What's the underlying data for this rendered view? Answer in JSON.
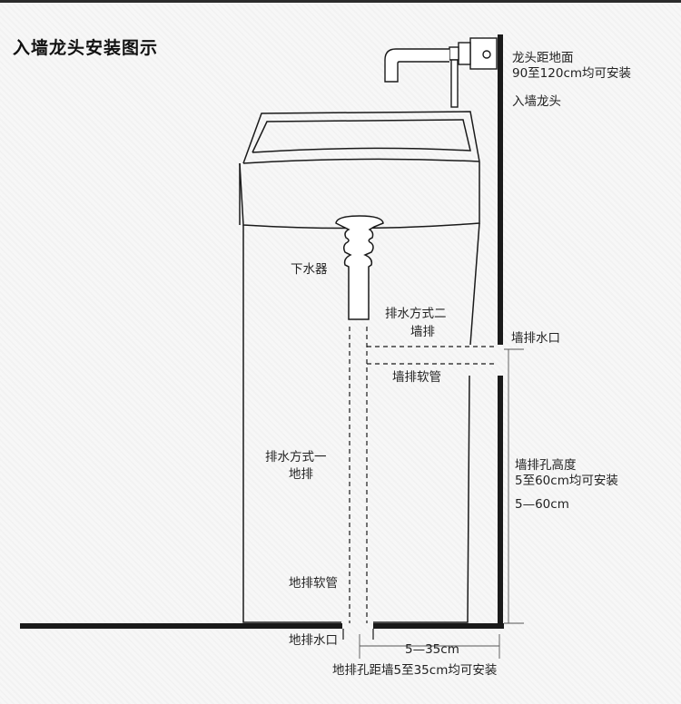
{
  "title": "入墙龙头安装图示",
  "labels": {
    "faucet_height_line1": "龙头距地面",
    "faucet_height_line2": "90至120cm均可安装",
    "wall_faucet": "入墙龙头",
    "drain": "下水器",
    "method_two_line1": "排水方式二",
    "method_two_line2": "墙排",
    "wall_drain_outlet": "墙排水口",
    "wall_drain_hose": "墙排软管",
    "wall_hole_height_line1": "墙排孔高度",
    "wall_hole_height_line2": "5至60cm均可安装",
    "wall_hole_range": "5—60cm",
    "method_one_line1": "排水方式一",
    "method_one_line2": "地排",
    "floor_drain_hose": "地排软管",
    "floor_drain_outlet": "地排水口",
    "floor_range": "5—35cm",
    "floor_hole_distance": "地排孔距墙5至35cm均可安装"
  },
  "colors": {
    "line": "#1a1a1a",
    "background": "#f7f7f7"
  }
}
